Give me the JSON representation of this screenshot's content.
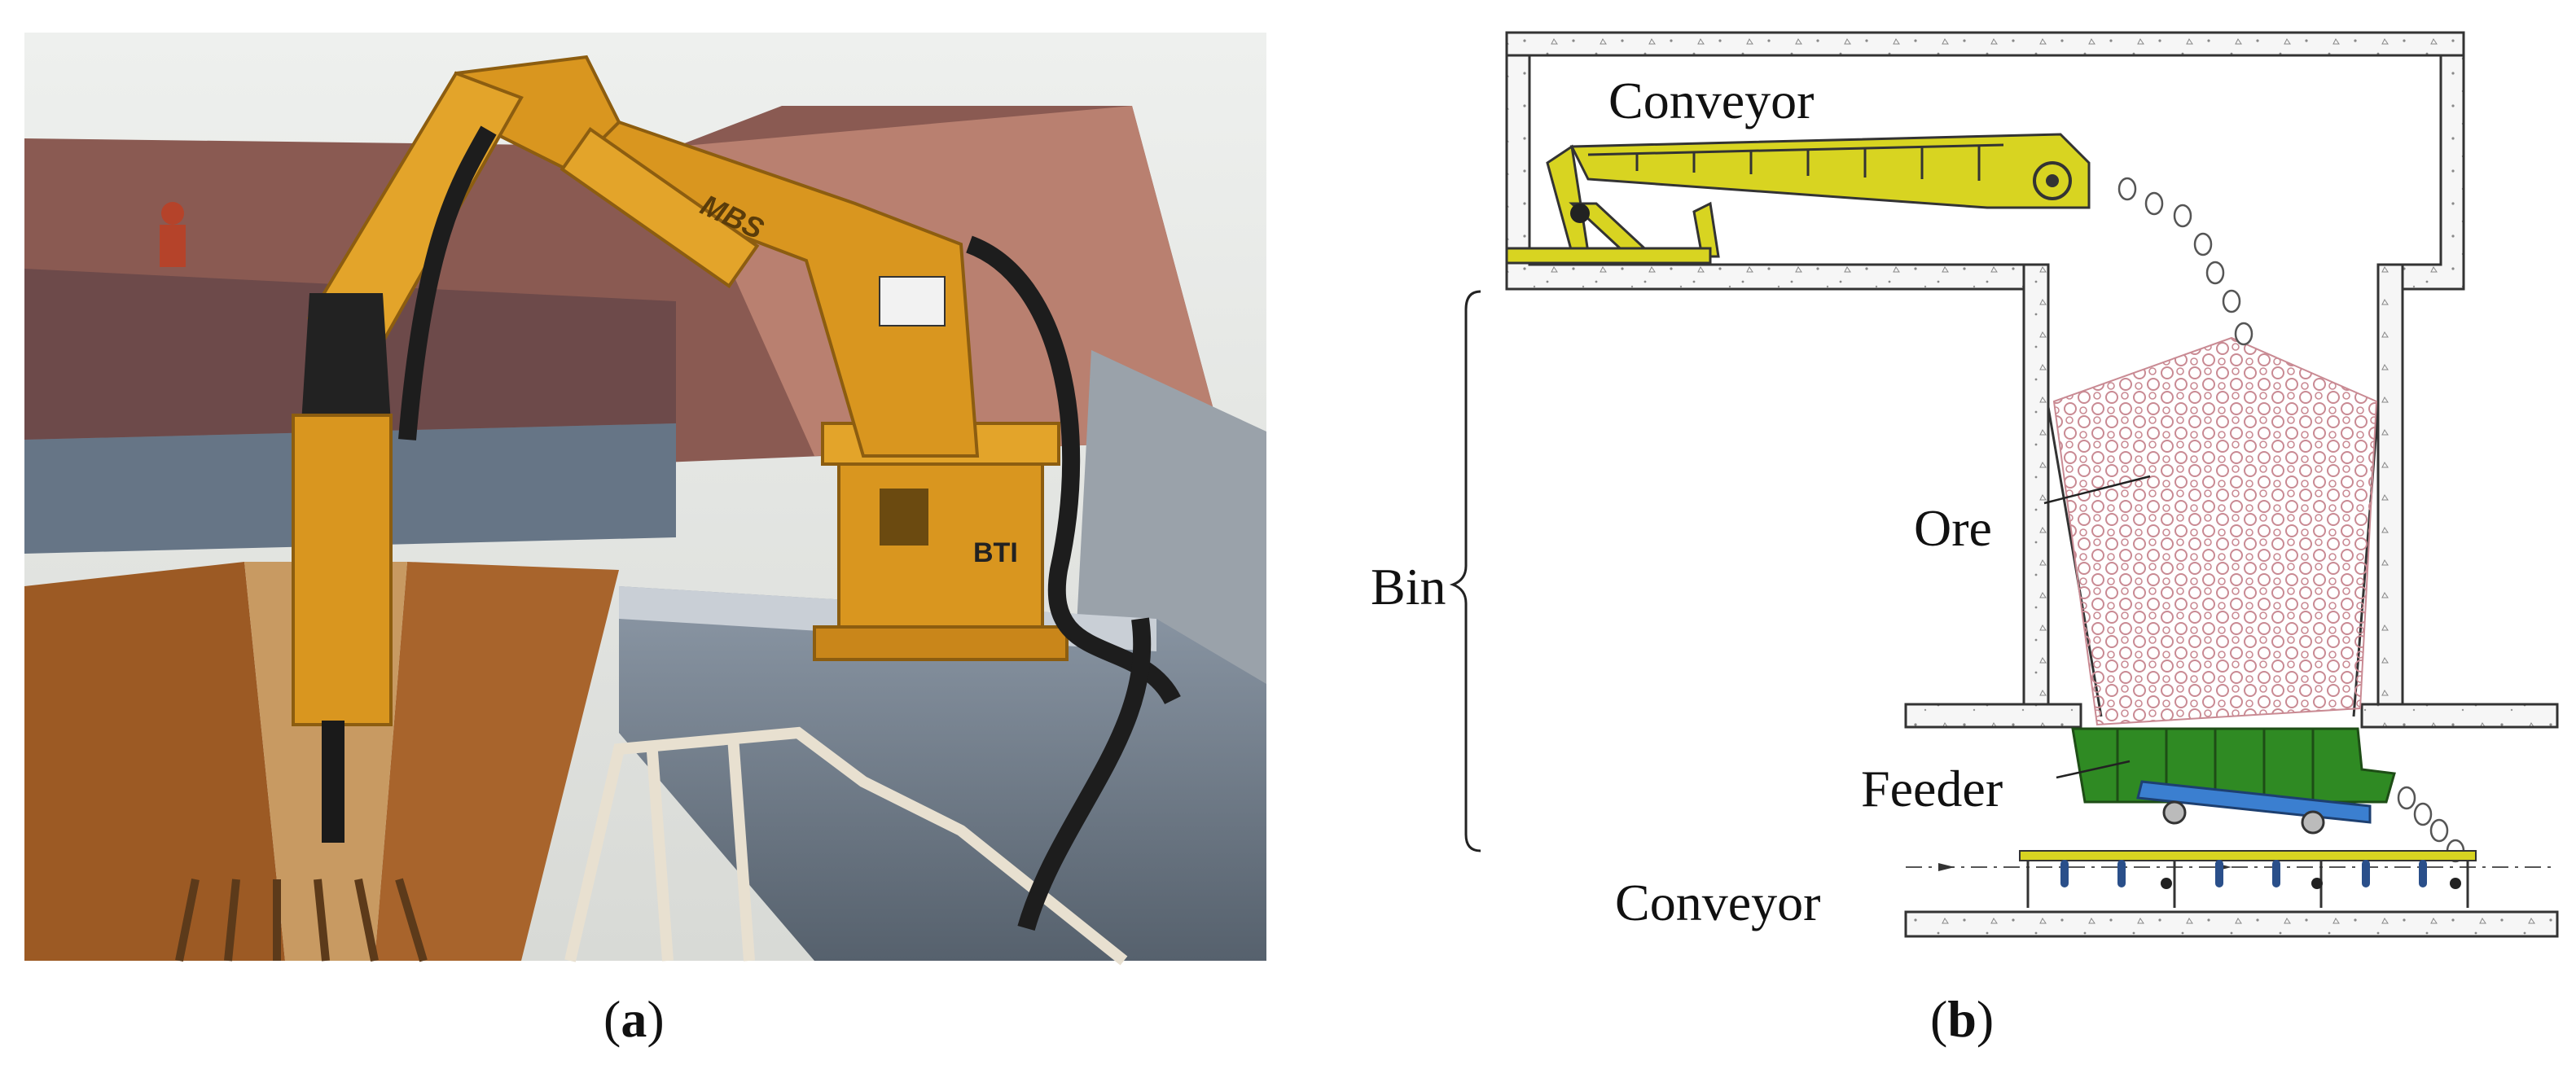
{
  "panel_a": {
    "caption_letter": "a",
    "tool_markings": [
      "MBS",
      "BTI"
    ]
  },
  "panel_b": {
    "caption_letter": "b",
    "labels": {
      "top_conveyor": "Conveyor",
      "ore": "Ore",
      "bin": "Bin",
      "feeder": "Feeder",
      "bottom_conveyor": "Conveyor"
    }
  },
  "colors": {
    "robot_arm": "#d9961f",
    "conveyor": "#d8d421",
    "feeder": "#2f8a23",
    "feeder_base": "#3b7fd0",
    "ore": "#c98a93",
    "concrete": "#f4f4f4"
  },
  "icons": [
    "rock-breaker-photo",
    "ore-bin-schematic"
  ]
}
